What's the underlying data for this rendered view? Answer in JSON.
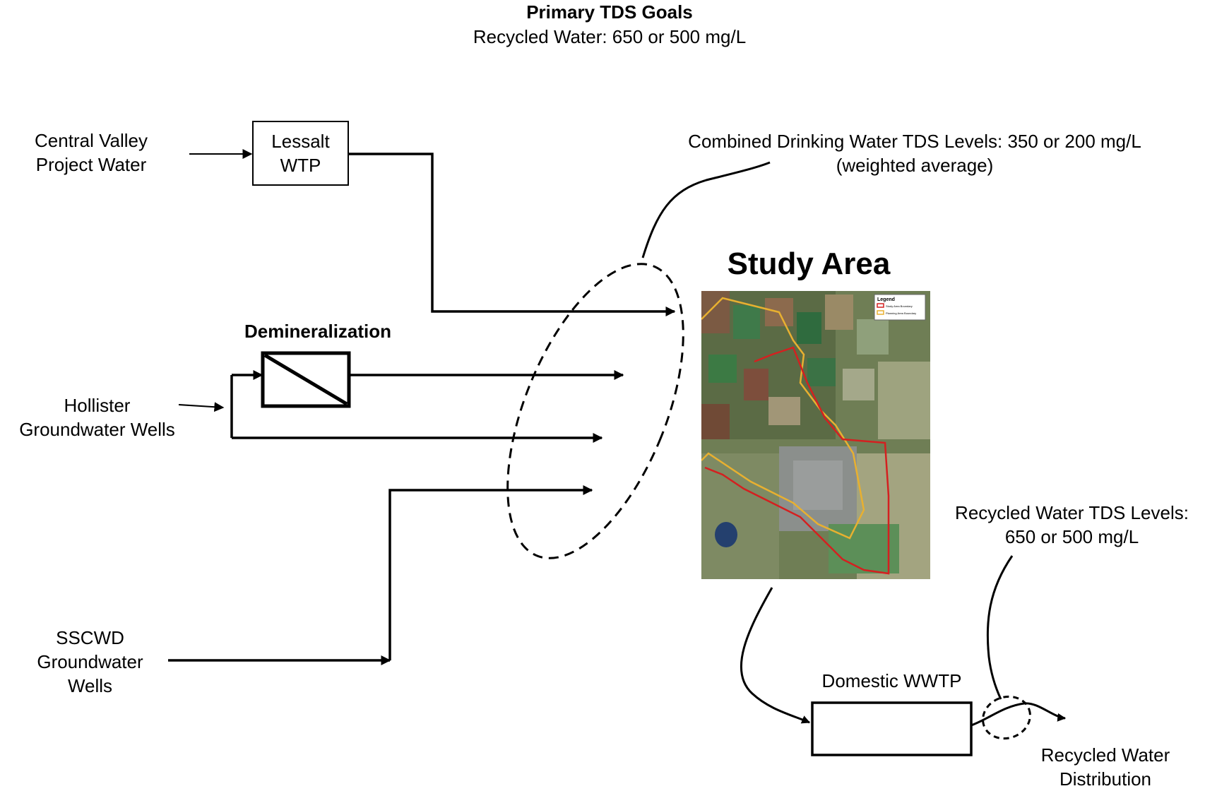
{
  "header": {
    "title": "Primary TDS Goals",
    "subtitle": "Recycled Water: 650 or 500 mg/L"
  },
  "sources": {
    "cvp": [
      "Central Valley",
      "Project Water"
    ],
    "hollister": [
      "Hollister",
      "Groundwater Wells"
    ],
    "sscwd": [
      "SSCWD",
      "Groundwater",
      "Wells"
    ]
  },
  "treatment": {
    "lessalt": [
      "Lessalt",
      "WTP"
    ],
    "demineralization": "Demineralization",
    "wwtp": "Domestic WWTP"
  },
  "annotations": {
    "drinking": [
      "Combined Drinking Water TDS Levels: 350 or 200 mg/L",
      "(weighted average)"
    ],
    "recycled": [
      "Recycled Water TDS Levels:",
      "650 or 500 mg/L"
    ],
    "distribution": [
      "Recycled Water",
      "Distribution"
    ]
  },
  "study_area": {
    "title": "Study Area",
    "legend": {
      "title": "Legend",
      "items": [
        "Study Area Boundary",
        "Planning Area Boundary"
      ],
      "colors": [
        "#d42020",
        "#e8b030"
      ]
    }
  }
}
